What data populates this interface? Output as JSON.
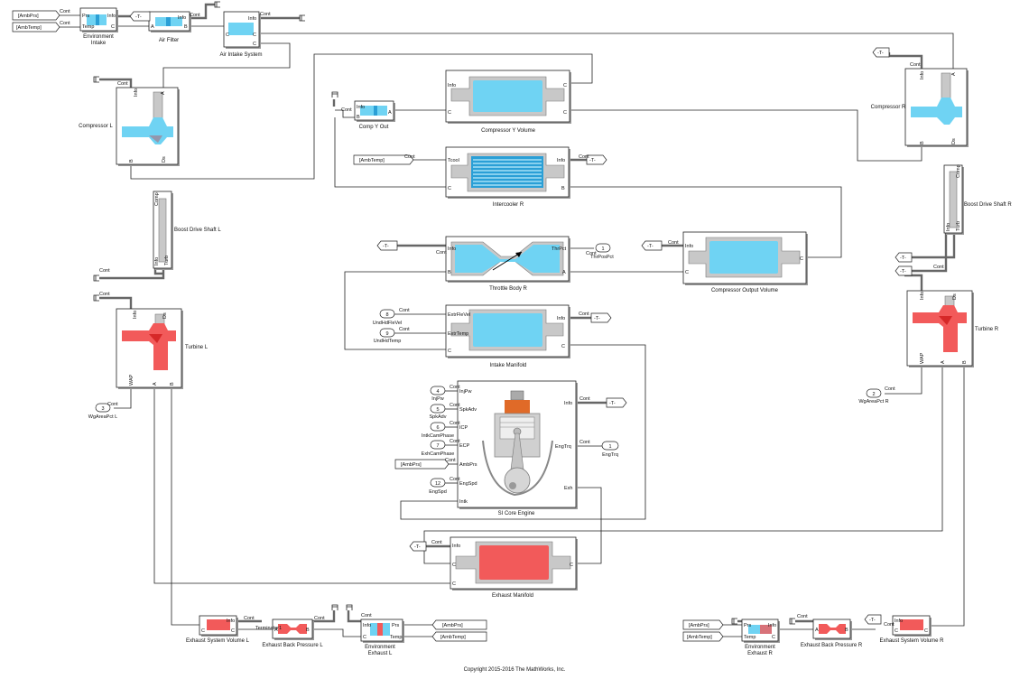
{
  "blocks": {
    "env_intake": "Environment\nIntake",
    "air_filter": "Air Filter",
    "air_intake_system": "Air Intake System",
    "compressor_l": "Compressor L",
    "compressor_r": "Compressor R",
    "comp_y_out": "Comp Y Out",
    "compressor_y_volume": "Compressor Y Volume",
    "intercooler_r": "Intercooler R",
    "boost_drive_shaft_l": "Boost Drive Shaft L",
    "boost_drive_shaft_r": "Boost Drive Shaft R",
    "throttle_body_r": "Throttle Body R",
    "compressor_output_volume": "Compressor Output Volume",
    "intake_manifold": "Intake Manifold",
    "turbine_l": "Turbine L",
    "turbine_r": "Turbine R",
    "si_core_engine": "SI Core Engine",
    "exhaust_manifold": "Exhaust Manifold",
    "exhaust_system_volume_l": "Exhaust System Volume L",
    "exhaust_back_pressure_l": "Exhaust Back Pressure L",
    "environment_exhaust_l": "Environment\nExhaust L",
    "environment_exhaust_r": "Environment\nExhaust R",
    "exhaust_back_pressure_r": "Exhaust Back Pressure R",
    "exhaust_system_volume_r": "Exhaust System Volume R",
    "terminator": "Terminator1"
  },
  "tags": {
    "amb_prs": "[AmbPrs]",
    "amb_temp": "[AmbTemp]",
    "goto_t": "-T-"
  },
  "inports": [
    {
      "num": "1",
      "name": "ThrPosPct"
    },
    {
      "num": "2",
      "name": "WgAreaPct R"
    },
    {
      "num": "3",
      "name": "WgAreaPct L"
    },
    {
      "num": "4",
      "name": "InjPw"
    },
    {
      "num": "5",
      "name": "SpkAdv"
    },
    {
      "num": "6",
      "name": "IntkCamPhase"
    },
    {
      "num": "7",
      "name": "ExhCamPhase"
    },
    {
      "num": "8",
      "name": "UndHdFleVel"
    },
    {
      "num": "9",
      "name": "UndHdTemp"
    },
    {
      "num": "12",
      "name": "EngSpd"
    }
  ],
  "outports": [
    {
      "num": "1",
      "name": "EngTrq"
    }
  ],
  "ports": {
    "info": "Info",
    "cont": "Cont",
    "c": "C",
    "a": "A",
    "b": "B",
    "prs": "Prs",
    "temp": "Temp",
    "tcool": "Tcool",
    "thrpct": "ThrPct",
    "extrflevel": "ExtrFleVel",
    "extrtemp": "ExtrTemp",
    "injpw": "InjPw",
    "spkadv": "SpkAdv",
    "icp": "ICP",
    "ecp": "ECP",
    "ambprs": "AmbPrs",
    "engspd": "EngSpd",
    "intk": "Intk",
    "engtrq": "EngTrq",
    "exh": "Exh",
    "comp": "Comp",
    "turb": "Turb",
    "ds": "Ds",
    "wap": "WAP"
  },
  "footer": {
    "copyright": "Copyright 2015-2016 The MathWorks, Inc."
  }
}
